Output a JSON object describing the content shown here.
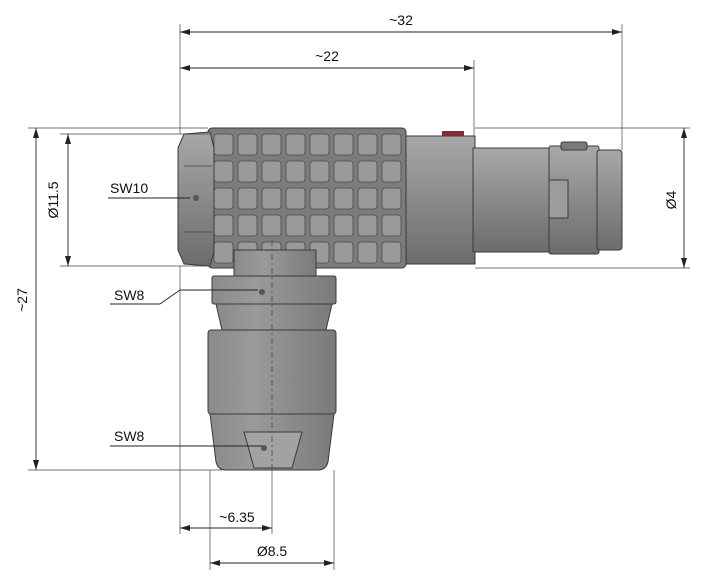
{
  "colors": {
    "metal": "#8c8c8c",
    "metal_light": "#b0b0b0",
    "metal_dark": "#6e6e6e",
    "outline": "#3a3a3a",
    "dimension": "#222222",
    "accent_red": "#8b2a2a"
  },
  "dimensions": {
    "overall_length": "~32",
    "body_length": "~22",
    "body_diameter": "Ø11.5",
    "overall_height": "~27",
    "pin_diameter": "Ø4",
    "offset": "~6.35",
    "cable_diameter": "Ø8.5"
  },
  "wrench_sizes": {
    "nut": "SW10",
    "collar": "SW8",
    "cable_end": "SW8"
  }
}
